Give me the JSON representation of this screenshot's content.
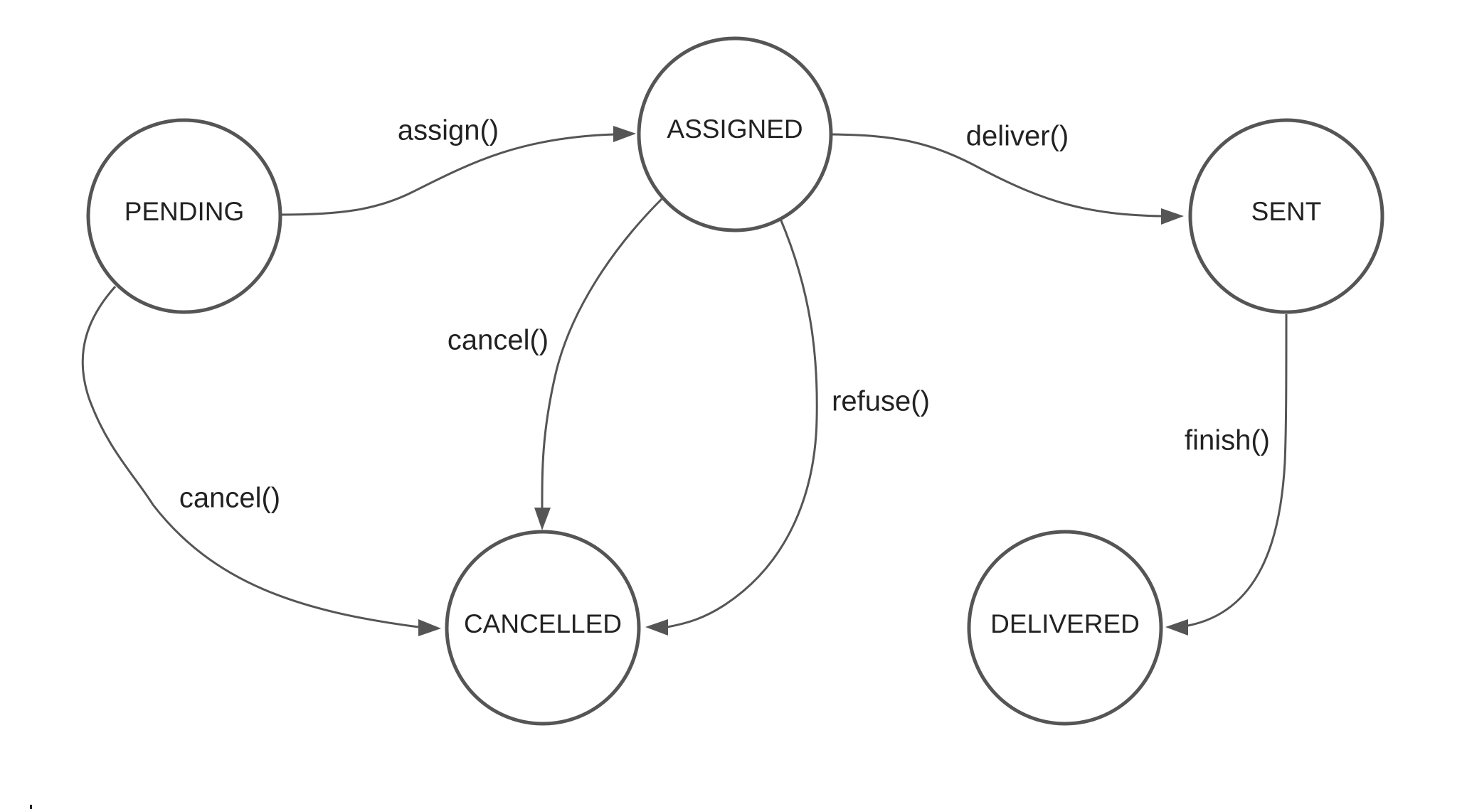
{
  "diagram": {
    "type": "state-machine",
    "states": {
      "pending": "PENDING",
      "assigned": "ASSIGNED",
      "sent": "SENT",
      "cancelled": "CANCELLED",
      "delivered": "DELIVERED"
    },
    "transitions": {
      "assign": {
        "from": "PENDING",
        "to": "ASSIGNED",
        "label": "assign()"
      },
      "deliver": {
        "from": "ASSIGNED",
        "to": "SENT",
        "label": "deliver()"
      },
      "cancel_from_assigned": {
        "from": "ASSIGNED",
        "to": "CANCELLED",
        "label": "cancel()"
      },
      "refuse": {
        "from": "ASSIGNED",
        "to": "CANCELLED",
        "label": "refuse()"
      },
      "cancel_from_pending": {
        "from": "PENDING",
        "to": "CANCELLED",
        "label": "cancel()"
      },
      "finish": {
        "from": "SENT",
        "to": "DELIVERED",
        "label": "finish()"
      }
    },
    "colors": {
      "stroke": "#555555",
      "text": "#222222",
      "background": "#ffffff"
    }
  }
}
